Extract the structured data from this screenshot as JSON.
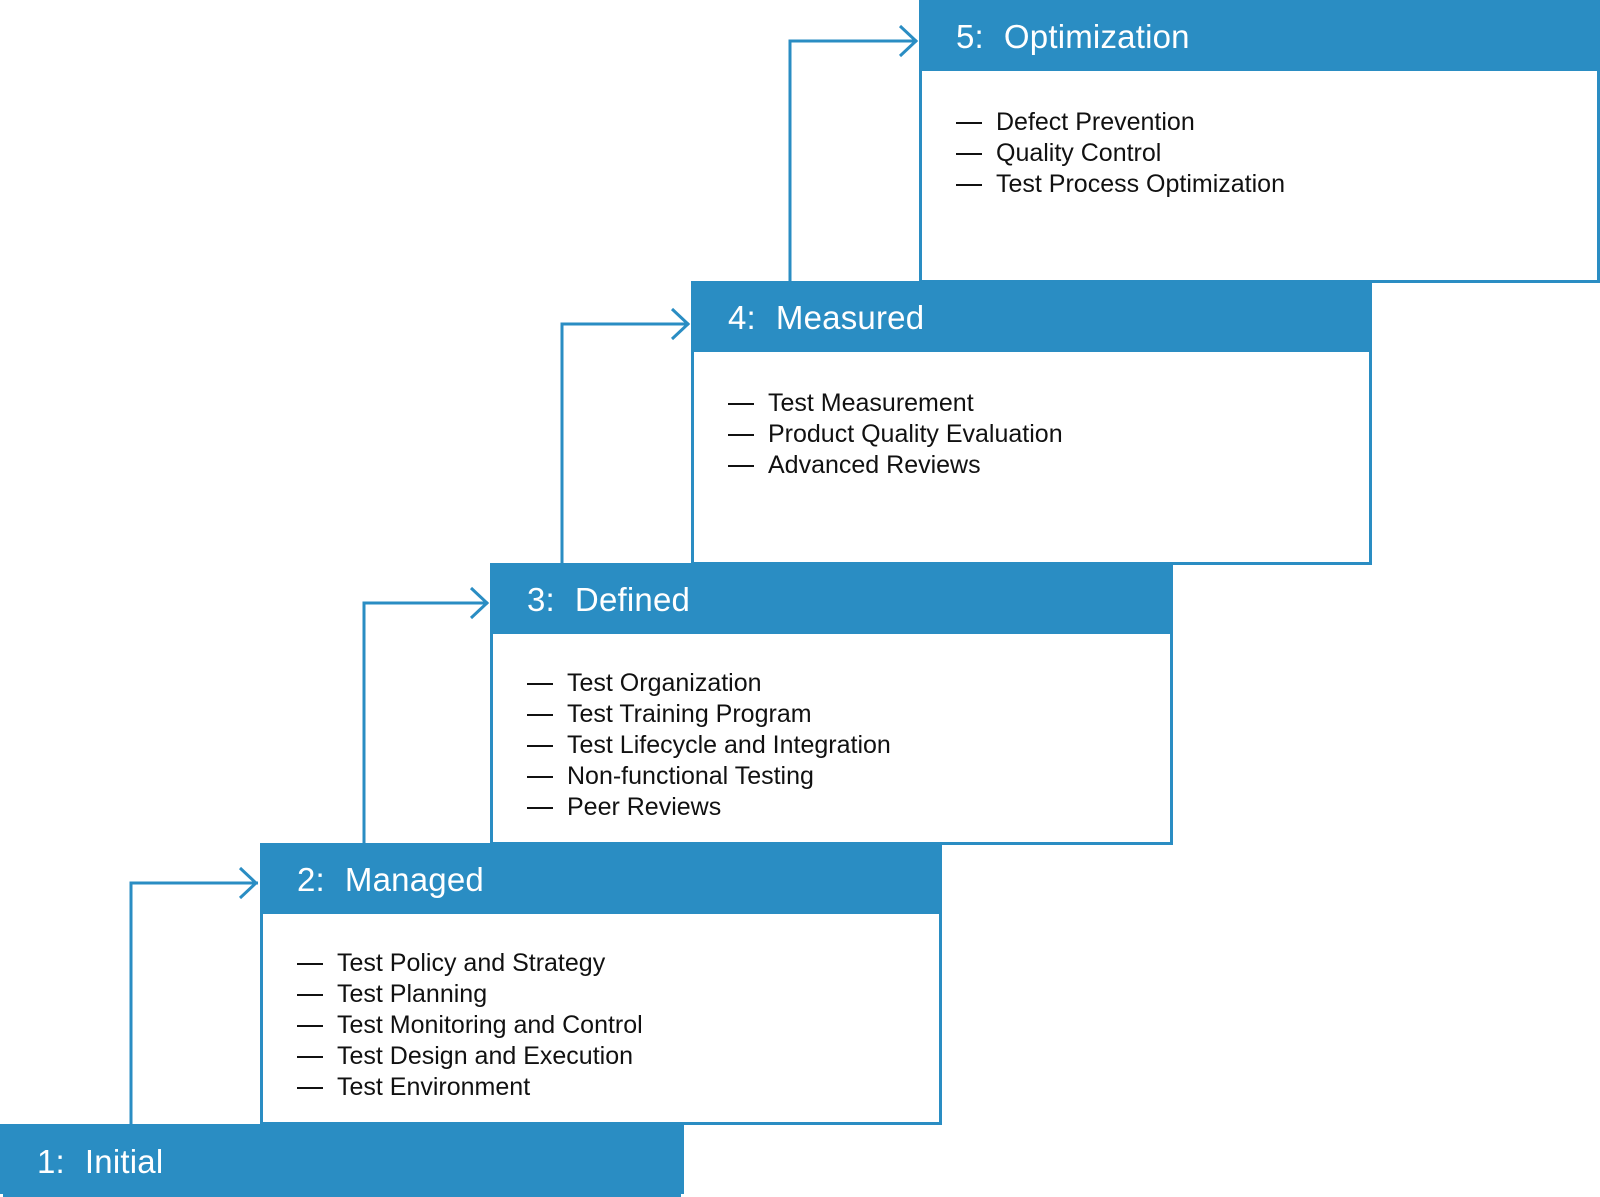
{
  "levels": [
    {
      "number": "1:",
      "title": "Initial",
      "items": []
    },
    {
      "number": "2:",
      "title": "Managed",
      "items": [
        "Test Policy and Strategy",
        "Test Planning",
        "Test Monitoring and Control",
        "Test Design and Execution",
        "Test Environment"
      ]
    },
    {
      "number": "3:",
      "title": "Defined",
      "items": [
        "Test Organization",
        "Test Training Program",
        "Test Lifecycle and Integration",
        "Non-functional Testing",
        "Peer Reviews"
      ]
    },
    {
      "number": "4:",
      "title": "Measured",
      "items": [
        "Test Measurement",
        "Product Quality Evaluation",
        "Advanced Reviews"
      ]
    },
    {
      "number": "5:",
      "title": "Optimization",
      "items": [
        "Defect Prevention",
        "Quality Control",
        "Test Process Optimization"
      ]
    }
  ],
  "colors": {
    "accent": "#2a8dc3",
    "header_text": "#ffffff",
    "body_text": "#111111"
  }
}
